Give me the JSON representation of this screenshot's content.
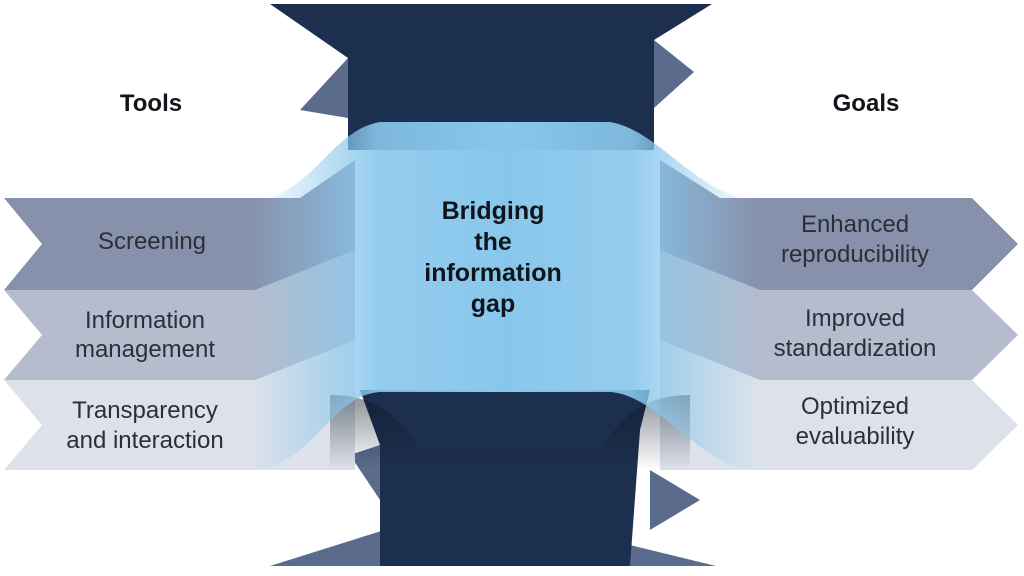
{
  "headers": {
    "tools": "Tools",
    "goals": "Goals"
  },
  "center": {
    "lines": [
      "Bridging",
      "the",
      "information",
      "gap"
    ]
  },
  "tools": [
    {
      "lines": [
        "Screening"
      ]
    },
    {
      "lines": [
        "Information",
        "management"
      ]
    },
    {
      "lines": [
        "Transparency",
        "and interaction"
      ]
    }
  ],
  "goals": [
    {
      "lines": [
        "Enhanced",
        "reproducibility"
      ]
    },
    {
      "lines": [
        "Improved",
        "standardization"
      ]
    },
    {
      "lines": [
        "Optimized",
        "evaluability"
      ]
    }
  ],
  "colors": {
    "column_dark": "#1d2f4e",
    "column_slate": "#5a6b8c",
    "band_1": "#8791ab",
    "band_2": "#b4bccd",
    "band_3": "#dde2ea",
    "bridge": "#88c7ec",
    "text": "#2b2f38"
  }
}
